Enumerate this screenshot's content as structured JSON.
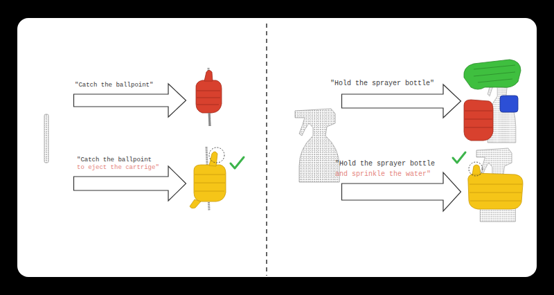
{
  "diagram": {
    "nodes": [
      {
        "text": [
          "\"Catch the ballpoint\""
        ]
      },
      {
        "text": [
          "\"Catch the ballpoint",
          "to eject the cartrige\""
        ]
      },
      {
        "text": [
          "\"Hold the sprayer bottle\""
        ]
      },
      {
        "text": [
          "\"Hold the sprayer bottle",
          "and sprinkle the water\""
        ]
      }
    ]
  }
}
